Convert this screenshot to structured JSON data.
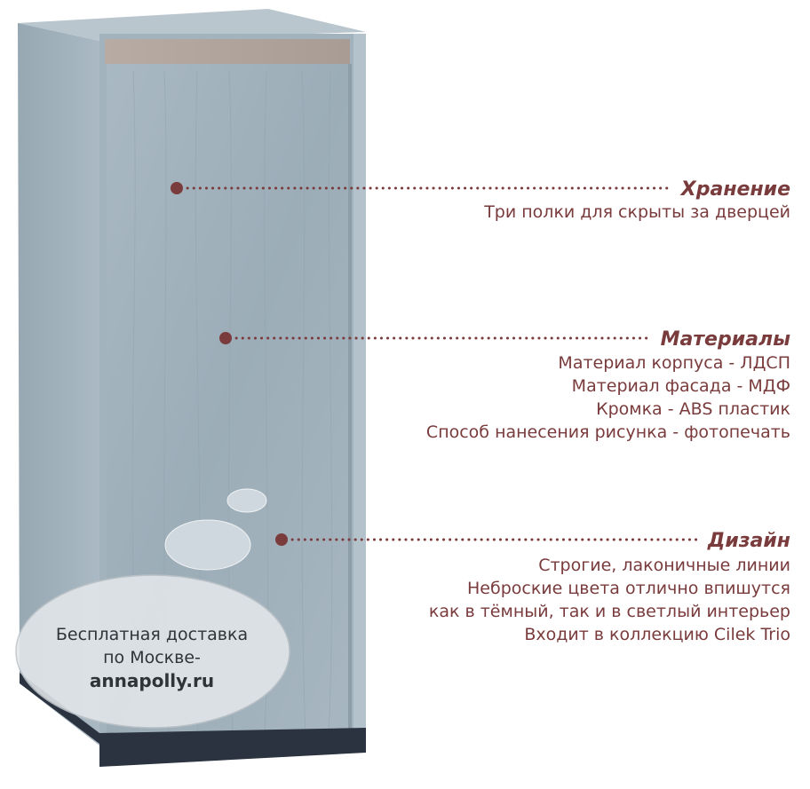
{
  "colors": {
    "accent": "#7a3b3c",
    "cabinet_grey": "#9fb0bb",
    "plinth_dark": "#2b3340",
    "text_dark": "#2f3438"
  },
  "features": [
    {
      "title": "Хранение",
      "lines": [
        "Три полки для скрыты за дверцей"
      ]
    },
    {
      "title": "Материалы",
      "lines": [
        "Материал корпуса - ЛДСП",
        "Материал фасада - МДФ",
        "Кромка - ABS пластик",
        "Способ нанесения рисунка - фотопечать"
      ]
    },
    {
      "title": "Дизайн",
      "lines": [
        "Строгие, лаконичные линии",
        "Неброские цвета отлично впишутся",
        "как в тёмный, так и в светлый интерьер",
        "Входит в коллекцию Cilek Trio"
      ]
    }
  ],
  "delivery": {
    "line1": "Бесплатная доставка",
    "line2": "по Москве-",
    "site": "annapolly.ru"
  }
}
